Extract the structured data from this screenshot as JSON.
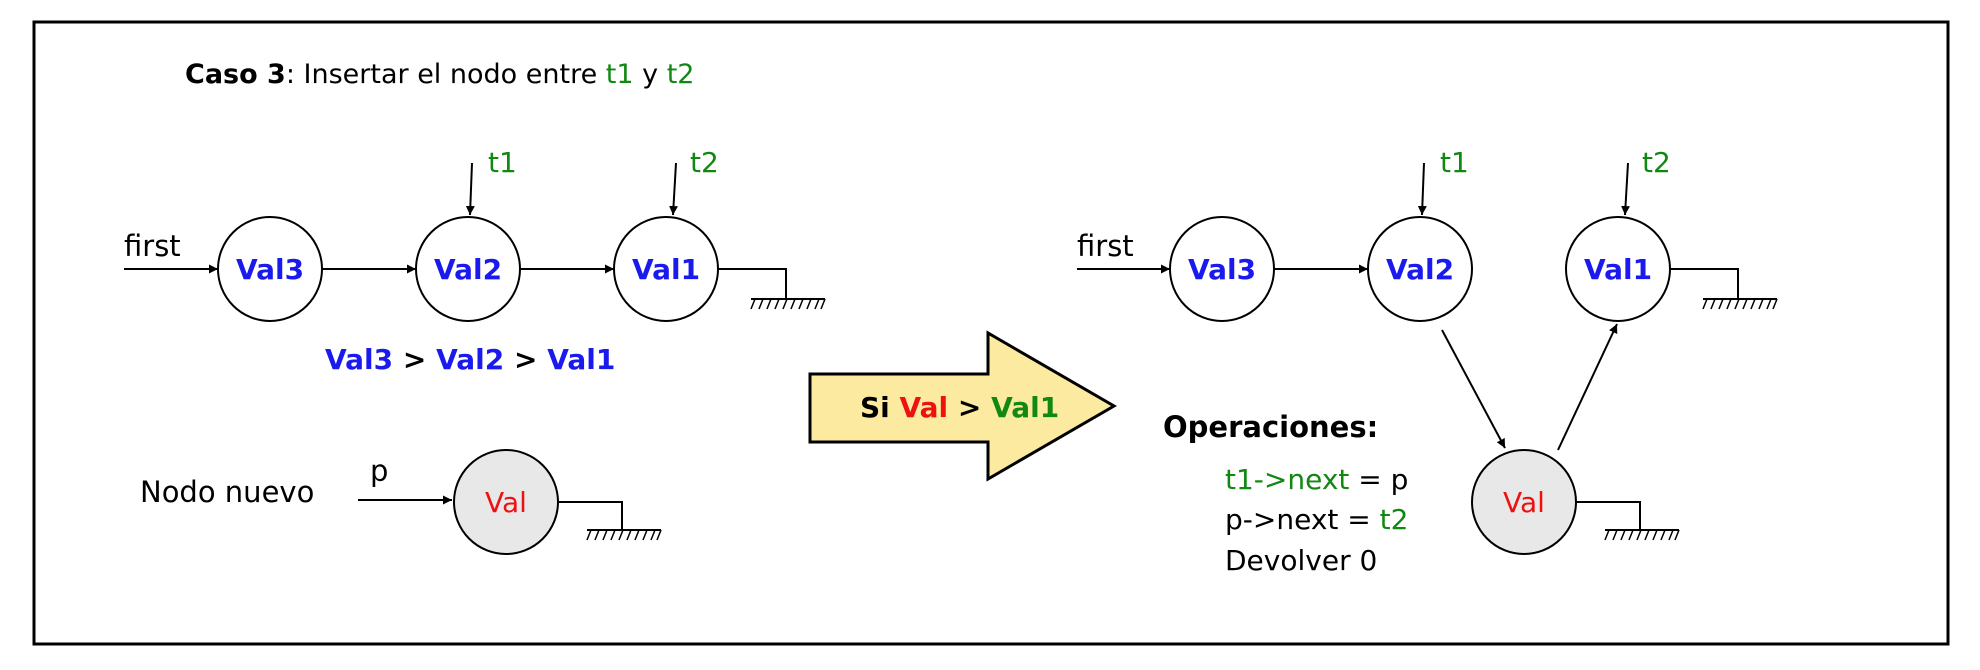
{
  "colors": {
    "blue": "#1a1aee",
    "red": "#ee1111",
    "green": "#118811",
    "arrow_fill": "#fbeaa0",
    "new_node_fill": "#e8e8e8"
  },
  "title": {
    "bold": "Caso 3",
    "text": ": Insertar el nodo entre ",
    "t1": "t1",
    "y": " y ",
    "t2": "t2"
  },
  "left": {
    "first_label": "first",
    "nodes": [
      "Val3",
      "Val2",
      "Val1"
    ],
    "t1_label": "t1",
    "t2_label": "t2",
    "order": {
      "a": "Val3",
      "gt1": " > ",
      "b": "Val2",
      "gt2": " > ",
      "c": "Val1"
    },
    "new_node_caption": "Nodo nuevo",
    "p_label": "p",
    "new_node": "Val"
  },
  "condition": {
    "si": "Si ",
    "val": "Val",
    "gt": " > ",
    "val1": "Val1"
  },
  "right": {
    "first_label": "first",
    "nodes": [
      "Val3",
      "Val2",
      "Val1"
    ],
    "t1_label": "t1",
    "t2_label": "t2",
    "new_node": "Val",
    "operations_title": "Operaciones:",
    "op1_a": "t1->next",
    "op1_b": " = p",
    "op2_a": "p->next = ",
    "op2_b": "t2",
    "op3": "Devolver 0"
  }
}
